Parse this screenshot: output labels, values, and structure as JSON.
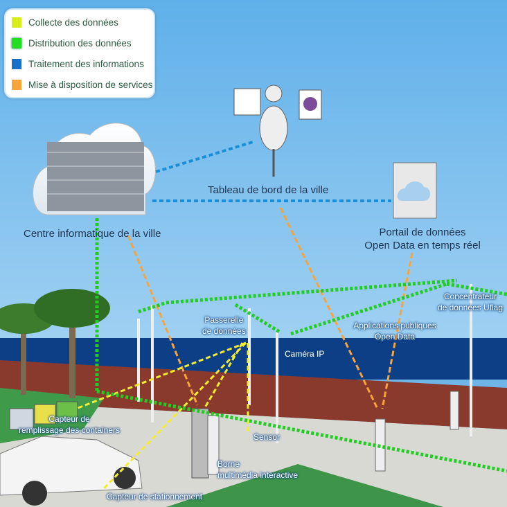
{
  "legend": {
    "items": [
      {
        "label": "Collecte des données",
        "color": "#d8ee1a"
      },
      {
        "label": "Distribution des données",
        "color": "#22dd22"
      },
      {
        "label": "Traitement des informations",
        "color": "#1a6fc8"
      },
      {
        "label": "Mise à disposition de services",
        "color": "#f7a43a"
      }
    ]
  },
  "labels": {
    "dashboard": "Tableau de bord de la ville",
    "datacenter": "Centre informatique de la ville",
    "portal_line1": "Portail de données",
    "portal_line2": "Open Data en temps réel",
    "gateway_line1": "Passerelle",
    "gateway_line2": "de données",
    "camera": "Caméra IP",
    "apps_line1": "Applications publiques",
    "apps_line2": "Open Data",
    "concentrator_line1": "Concentrateur",
    "concentrator_line2": "de données Uflag",
    "container_line1": "Capteur de",
    "container_line2": "remplissage des containers",
    "sensor": "Sensor",
    "kiosk_line1": "Borne",
    "kiosk_line2": "multimédia interactive",
    "parking": "Capteur de stationnement"
  }
}
